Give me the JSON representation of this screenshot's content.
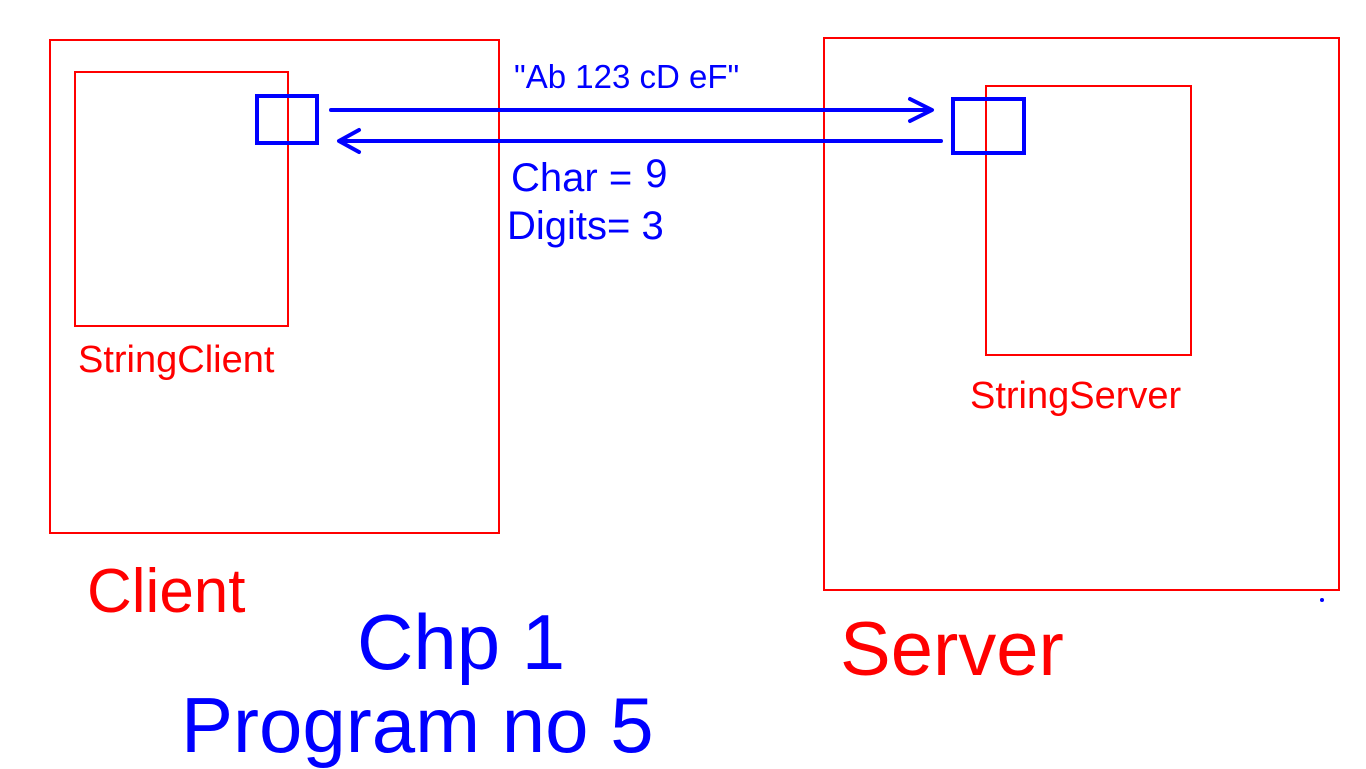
{
  "colors": {
    "component": "#ff0000",
    "connection": "#0000ff",
    "background": "#ffffff"
  },
  "client": {
    "label": "Client",
    "program_label": "StringClient"
  },
  "server": {
    "label": "Server",
    "program_label": "StringServer"
  },
  "request": {
    "message": "\"Ab 123 cD eF\""
  },
  "response": {
    "char_label": "Char =",
    "char_value": "9",
    "digits_label": "Digits=",
    "digits_value": "3"
  },
  "caption": {
    "chapter": "Chp 1",
    "program": "Program no 5"
  }
}
